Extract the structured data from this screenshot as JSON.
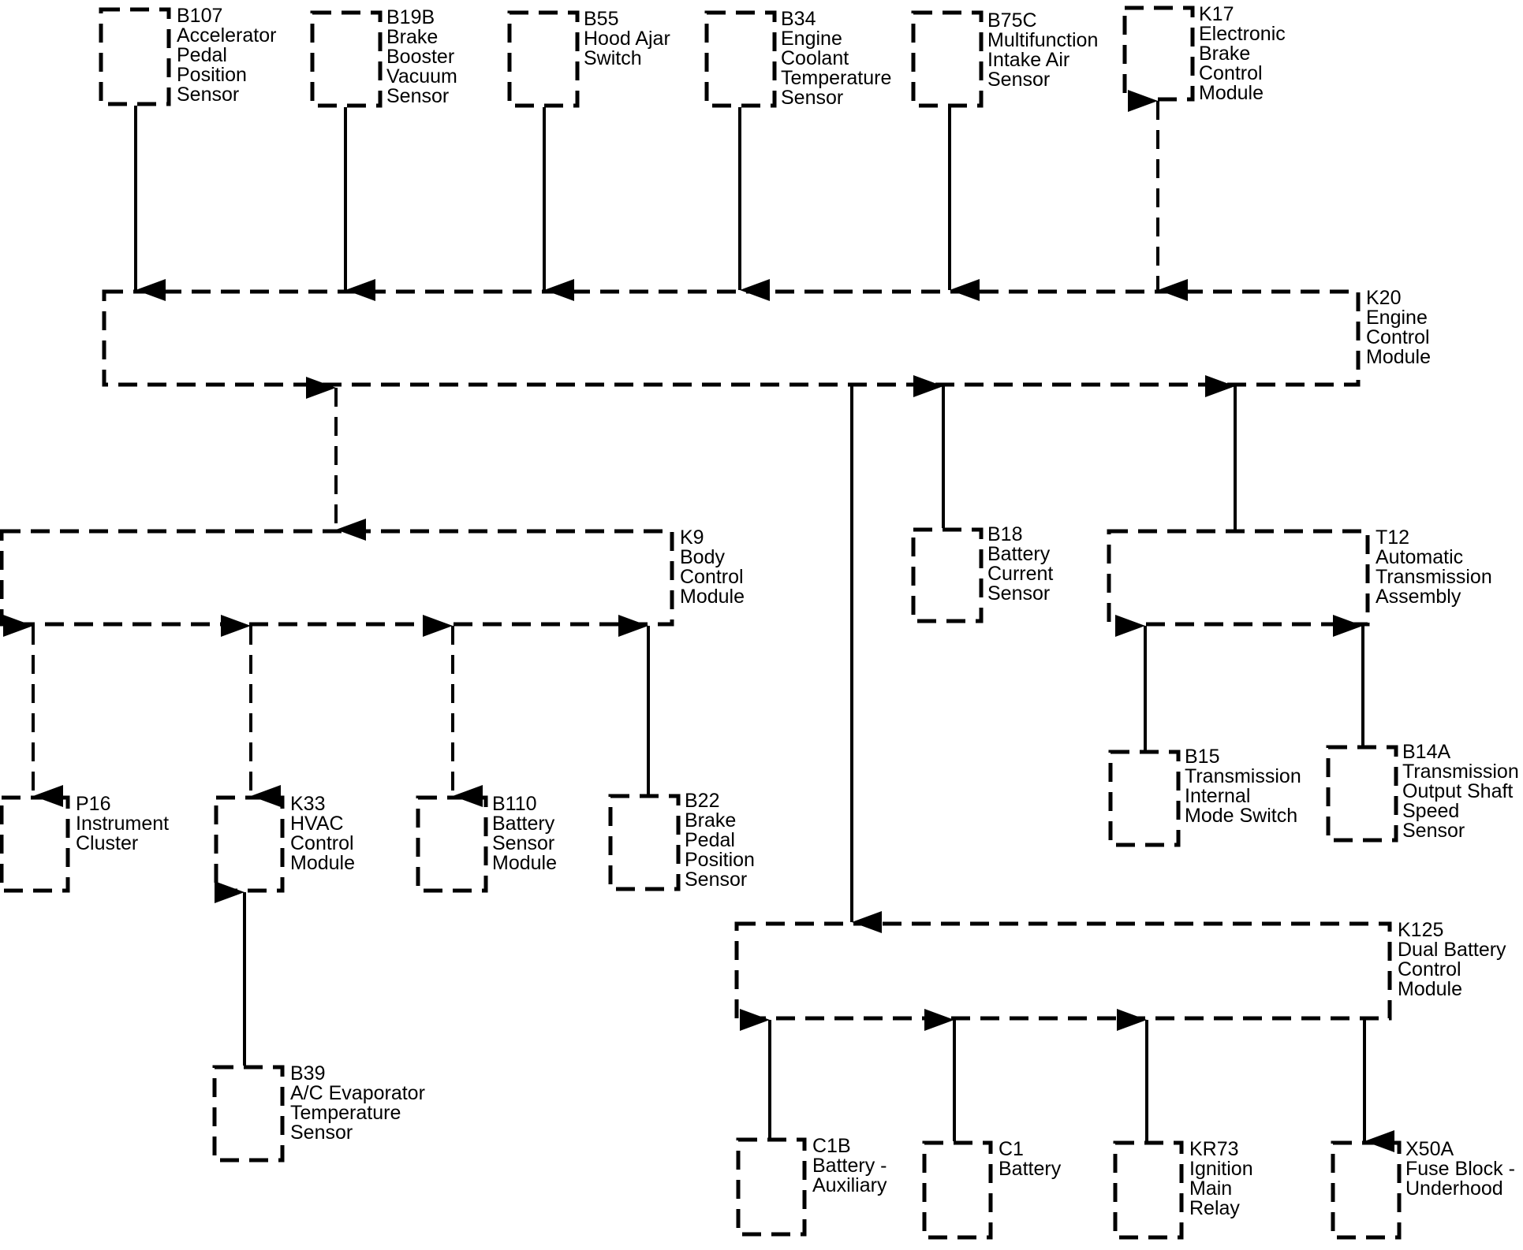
{
  "components": {
    "B107": {
      "id": "B107",
      "lines": [
        "Accelerator",
        "Pedal",
        "Position",
        "Sensor"
      ]
    },
    "B19B": {
      "id": "B19B",
      "lines": [
        "Brake",
        "Booster",
        "Vacuum",
        "Sensor"
      ]
    },
    "B55": {
      "id": "B55",
      "lines": [
        "Hood Ajar",
        "Switch"
      ]
    },
    "B34": {
      "id": "B34",
      "lines": [
        "Engine",
        "Coolant",
        "Temperature",
        "Sensor"
      ]
    },
    "B75C": {
      "id": "B75C",
      "lines": [
        "Multifunction",
        "Intake Air",
        "Sensor"
      ]
    },
    "K17": {
      "id": "K17",
      "lines": [
        "Electronic",
        "Brake",
        "Control",
        "Module"
      ]
    },
    "K20": {
      "id": "K20",
      "lines": [
        "Engine",
        "Control",
        "Module"
      ]
    },
    "K9": {
      "id": "K9",
      "lines": [
        "Body",
        "Control",
        "Module"
      ]
    },
    "B18": {
      "id": "B18",
      "lines": [
        "Battery",
        "Current",
        "Sensor"
      ]
    },
    "T12": {
      "id": "T12",
      "lines": [
        "Automatic",
        "Transmission",
        "Assembly"
      ]
    },
    "P16": {
      "id": "P16",
      "lines": [
        "Instrument",
        "Cluster"
      ]
    },
    "K33": {
      "id": "K33",
      "lines": [
        "HVAC",
        "Control",
        "Module"
      ]
    },
    "B110": {
      "id": "B110",
      "lines": [
        "Battery",
        "Sensor",
        "Module"
      ]
    },
    "B22": {
      "id": "B22",
      "lines": [
        "Brake",
        "Pedal",
        "Position",
        "Sensor"
      ]
    },
    "B15": {
      "id": "B15",
      "lines": [
        "Transmission",
        "Internal",
        "Mode Switch"
      ]
    },
    "B14A": {
      "id": "B14A",
      "lines": [
        "Transmission",
        "Output Shaft",
        "Speed",
        "Sensor"
      ]
    },
    "K125": {
      "id": "K125",
      "lines": [
        "Dual Battery",
        "Control",
        "Module"
      ]
    },
    "B39": {
      "id": "B39",
      "lines": [
        "A/C Evaporator",
        "Temperature",
        "Sensor"
      ]
    },
    "C1B": {
      "id": "C1B",
      "lines": [
        "Battery -",
        "Auxiliary"
      ]
    },
    "C1": {
      "id": "C1",
      "lines": [
        "Battery"
      ]
    },
    "KR73": {
      "id": "KR73",
      "lines": [
        "Ignition",
        "Main",
        "Relay"
      ]
    },
    "X50A": {
      "id": "X50A",
      "lines": [
        "Fuse Block -",
        "Underhood"
      ]
    }
  },
  "connections": [
    {
      "from": "B107",
      "to": "K20",
      "style": "solid",
      "direction": "one-way"
    },
    {
      "from": "B19B",
      "to": "K20",
      "style": "solid",
      "direction": "one-way"
    },
    {
      "from": "B55",
      "to": "K20",
      "style": "solid",
      "direction": "one-way"
    },
    {
      "from": "B34",
      "to": "K20",
      "style": "solid",
      "direction": "one-way"
    },
    {
      "from": "B75C",
      "to": "K20",
      "style": "solid",
      "direction": "one-way"
    },
    {
      "from": "K17",
      "to": "K20",
      "style": "dashed",
      "direction": "two-way"
    },
    {
      "from": "K20",
      "to": "K9",
      "style": "dashed",
      "direction": "two-way"
    },
    {
      "from": "K20",
      "to": "K125",
      "style": "solid",
      "direction": "one-way"
    },
    {
      "from": "B18",
      "to": "K20",
      "style": "solid",
      "direction": "one-way"
    },
    {
      "from": "T12",
      "to": "K20",
      "style": "solid",
      "direction": "one-way"
    },
    {
      "from": "K9",
      "to": "P16",
      "style": "dashed",
      "direction": "two-way"
    },
    {
      "from": "K9",
      "to": "K33",
      "style": "dashed",
      "direction": "two-way"
    },
    {
      "from": "K9",
      "to": "B110",
      "style": "dashed",
      "direction": "two-way"
    },
    {
      "from": "B22",
      "to": "K9",
      "style": "solid",
      "direction": "one-way"
    },
    {
      "from": "B39",
      "to": "K33",
      "style": "solid",
      "direction": "one-way"
    },
    {
      "from": "B15",
      "to": "T12",
      "style": "solid",
      "direction": "one-way"
    },
    {
      "from": "B14A",
      "to": "T12",
      "style": "solid",
      "direction": "one-way"
    },
    {
      "from": "C1B",
      "to": "K125",
      "style": "solid",
      "direction": "one-way"
    },
    {
      "from": "C1",
      "to": "K125",
      "style": "solid",
      "direction": "one-way"
    },
    {
      "from": "KR73",
      "to": "K125",
      "style": "solid",
      "direction": "one-way"
    },
    {
      "from": "K125",
      "to": "X50A",
      "style": "solid",
      "direction": "one-way"
    }
  ]
}
